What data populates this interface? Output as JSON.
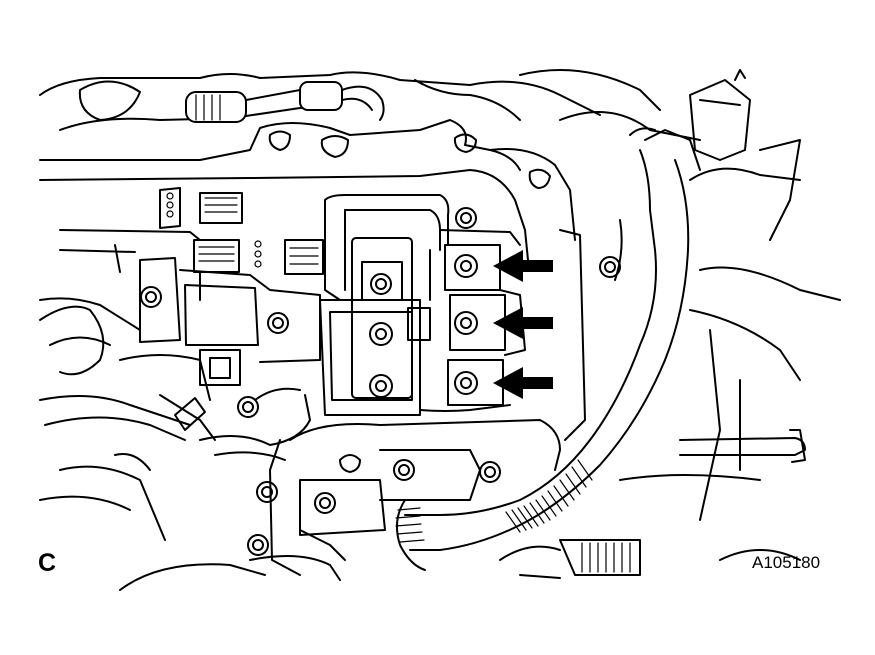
{
  "figure": {
    "panel_letter": "C",
    "figure_id": "A105180",
    "arrow_count": 3,
    "arrow_color": "#000000",
    "line_color": "#000000",
    "background": "#ffffff"
  }
}
